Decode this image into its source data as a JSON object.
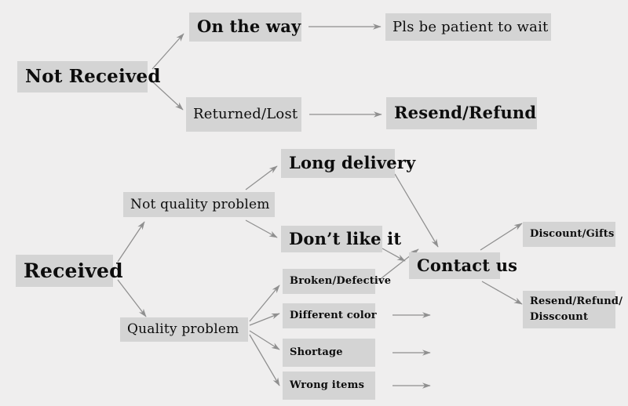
{
  "diagram": {
    "title": "Order issue resolution flowchart",
    "background_color": "#efeeee",
    "node_color": "#d4d4d4",
    "arrow_color": "#8f8f8f",
    "text_color": "#0d0d0d"
  },
  "nodes": {
    "not_received": "Not Received",
    "on_the_way": "On the way",
    "pls_be_patient": "Pls be patient to wait",
    "returned_lost": "Returned/Lost",
    "resend_refund": "Resend/Refund",
    "received": "Received",
    "not_quality_problem": "Not quality problem",
    "long_delivery": "Long delivery",
    "dont_like_it": "Don’t like it",
    "quality_problem": "Quality problem",
    "broken_defective": "Broken/Defective",
    "different_color": "Different color",
    "shortage": "Shortage",
    "wrong_items": "Wrong items",
    "contact_us": "Contact us",
    "discount_gifts": "Discount/Gifts",
    "resend_refund_discount_line1": "Resend/Refund/",
    "resend_refund_discount_line2": "Disscount"
  }
}
